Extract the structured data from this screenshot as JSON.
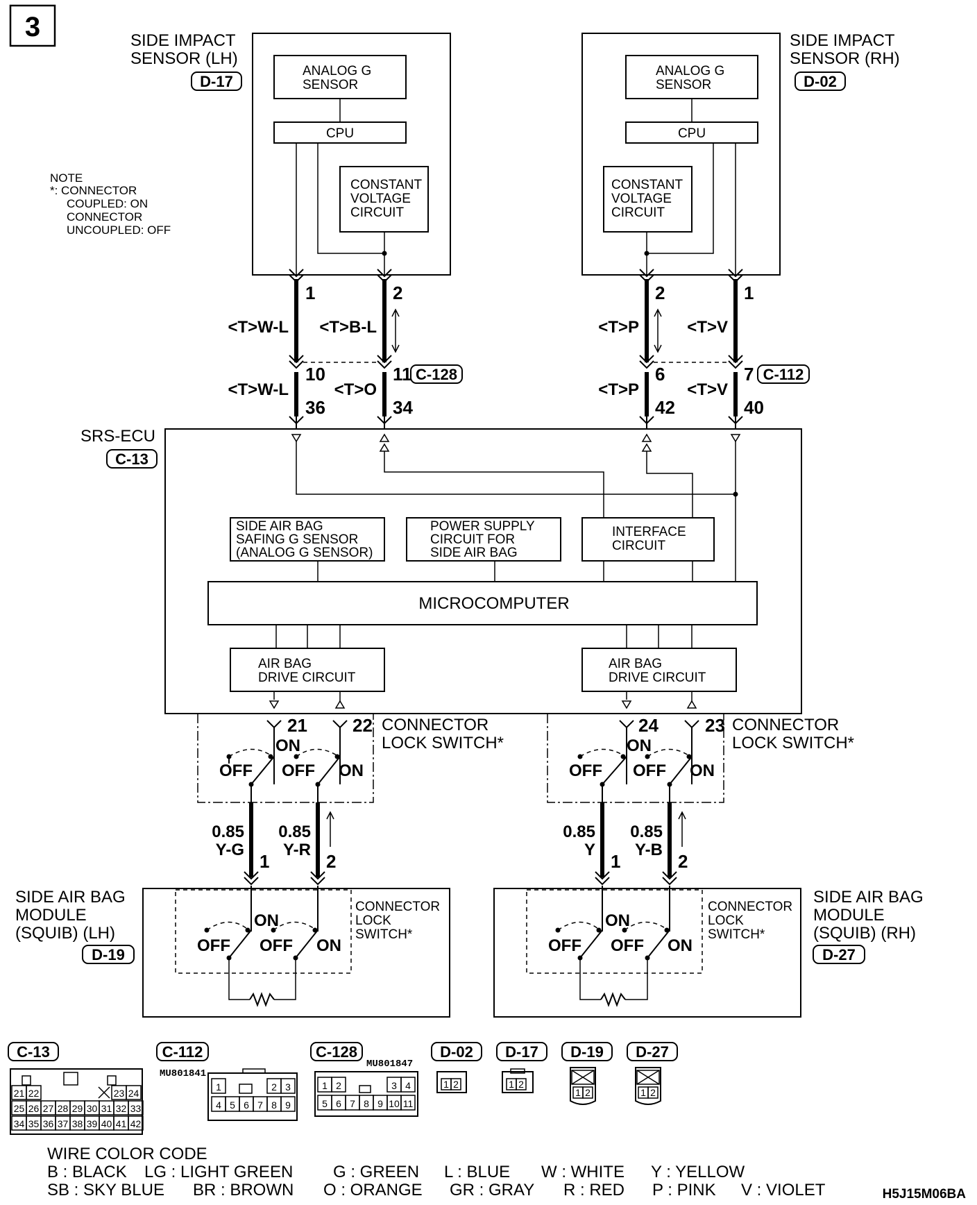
{
  "page_number": "3",
  "note": {
    "title": "NOTE",
    "line1": "*: CONNECTOR",
    "line2": "COUPLED: ON",
    "line3": "CONNECTOR",
    "line4": "UNCOUPLED: OFF"
  },
  "sensor_lh": {
    "title1": "SIDE IMPACT",
    "title2": "SENSOR (LH)",
    "connector": "D-17",
    "analog1": "ANALOG G",
    "analog2": "SENSOR",
    "cpu": "CPU",
    "cv1": "CONSTANT",
    "cv2": "VOLTAGE",
    "cv3": "CIRCUIT",
    "pin_a": "1",
    "pin_b": "2"
  },
  "sensor_rh": {
    "title1": "SIDE IMPACT",
    "title2": "SENSOR (RH)",
    "connector": "D-02",
    "analog1": "ANALOG G",
    "analog2": "SENSOR",
    "cpu": "CPU",
    "cv1": "CONSTANT",
    "cv2": "VOLTAGE",
    "cv3": "CIRCUIT",
    "pin_a": "2",
    "pin_b": "1"
  },
  "wires_upper": {
    "lh_a": "<T>W-L",
    "lh_b": "<T>B-L",
    "rh_a": "<T>P",
    "rh_b": "<T>V"
  },
  "wires_mid": {
    "lh_a": "<T>W-L",
    "lh_b": "<T>O",
    "rh_a": "<T>P",
    "rh_b": "<T>V"
  },
  "junction_lh": {
    "pin_a": "10",
    "pin_b": "11",
    "connector": "C-128"
  },
  "junction_rh": {
    "pin_a": "6",
    "pin_b": "7",
    "connector": "C-112"
  },
  "ecu_pins_top": {
    "p36": "36",
    "p34": "34",
    "p42": "42",
    "p40": "40"
  },
  "ecu": {
    "title": "SRS-ECU",
    "connector": "C-13",
    "safing1": "SIDE AIR BAG",
    "safing2": "SAFING G SENSOR",
    "safing3": "(ANALOG G SENSOR)",
    "power1": "POWER SUPPLY",
    "power2": "CIRCUIT FOR",
    "power3": "SIDE AIR BAG",
    "iface1": "INTERFACE",
    "iface2": "CIRCUIT",
    "micro": "MICROCOMPUTER",
    "drive1": "AIR BAG",
    "drive2": "DRIVE CIRCUIT"
  },
  "lock_switch": {
    "label1": "CONNECTOR",
    "label2": "LOCK SWITCH*",
    "on": "ON",
    "off": "OFF"
  },
  "ecu_pins_bottom": {
    "p21": "21",
    "p22": "22",
    "p24": "24",
    "p23": "23"
  },
  "wires_lower": {
    "lh_a_gauge": "0.85",
    "lh_a_color": "Y-G",
    "lh_b_gauge": "0.85",
    "lh_b_color": "Y-R",
    "rh_a_gauge": "0.85",
    "rh_a_color": "Y",
    "rh_b_gauge": "0.85",
    "rh_b_color": "Y-B",
    "pin1": "1",
    "pin2": "2"
  },
  "module_lh": {
    "title1": "SIDE AIR BAG",
    "title2": "MODULE",
    "title3": "(SQUIB) (LH)",
    "connector": "D-19",
    "cls1": "CONNECTOR",
    "cls2": "LOCK",
    "cls3": "SWITCH*"
  },
  "module_rh": {
    "title1": "SIDE AIR BAG",
    "title2": "MODULE",
    "title3": "(SQUIB) (RH)",
    "connector": "D-27",
    "cls1": "CONNECTOR",
    "cls2": "LOCK",
    "cls3": "SWITCH*"
  },
  "connectors": {
    "c13": "C-13",
    "c112": "C-112",
    "c112_part": "MU801841",
    "c128": "C-128",
    "c128_part": "MU801847",
    "d02": "D-02",
    "d17": "D-17",
    "d19": "D-19",
    "d27": "D-27"
  },
  "c13_pins": {
    "row1": [
      "21",
      "22",
      "23",
      "24"
    ],
    "row2": [
      "25",
      "26",
      "27",
      "28",
      "29",
      "30",
      "31",
      "32",
      "33"
    ],
    "row3": [
      "34",
      "35",
      "36",
      "37",
      "38",
      "39",
      "40",
      "41",
      "42"
    ]
  },
  "c112_pins": {
    "row1": [
      "1",
      "2",
      "3"
    ],
    "row2": [
      "4",
      "5",
      "6",
      "7",
      "8",
      "9"
    ]
  },
  "c128_pins": {
    "row1": [
      "1",
      "2",
      "3",
      "4"
    ],
    "row2": [
      "5",
      "6",
      "7",
      "8",
      "9",
      "10",
      "11"
    ]
  },
  "small_pins": {
    "p1": "1",
    "p2": "2"
  },
  "legend": {
    "title": "WIRE COLOR CODE",
    "row1": [
      "B : BLACK",
      "LG : LIGHT GREEN",
      "G : GREEN",
      "L : BLUE",
      "W : WHITE",
      "Y : YELLOW"
    ],
    "row2": [
      "SB : SKY BLUE",
      "BR : BROWN",
      "O : ORANGE",
      "GR : GRAY",
      "R : RED",
      "P : PINK",
      "V : VIOLET"
    ]
  },
  "figure_code": "H5J15M06BA"
}
